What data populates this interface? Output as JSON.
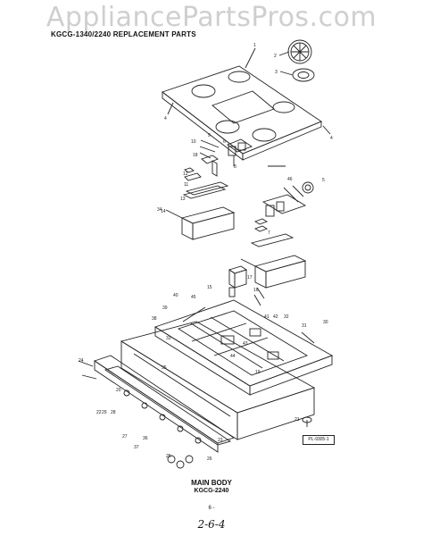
{
  "watermark": "AppliancePartsPros.com",
  "header": {
    "title": "KGCG-1340/2240 REPLACEMENT PARTS"
  },
  "callouts": [
    "1",
    "2",
    "3",
    "4",
    "4",
    "5",
    "6",
    "7",
    "8",
    "9",
    "10",
    "11",
    "12",
    "13",
    "14",
    "15",
    "16",
    "17",
    "18",
    "19",
    "20",
    "21",
    "22",
    "23",
    "24",
    "25",
    "26",
    "27",
    "28",
    "29",
    "30",
    "31",
    "32",
    "33",
    "34",
    "35",
    "36",
    "37",
    "38",
    "39",
    "40",
    "41",
    "42",
    "43",
    "44",
    "45",
    "46"
  ],
  "drawing_number": "PL-9305-1",
  "caption": {
    "title": "MAIN BODY",
    "model": "KGCG-2240"
  },
  "page_number": "6 -",
  "handwritten_note": "2-6-4"
}
